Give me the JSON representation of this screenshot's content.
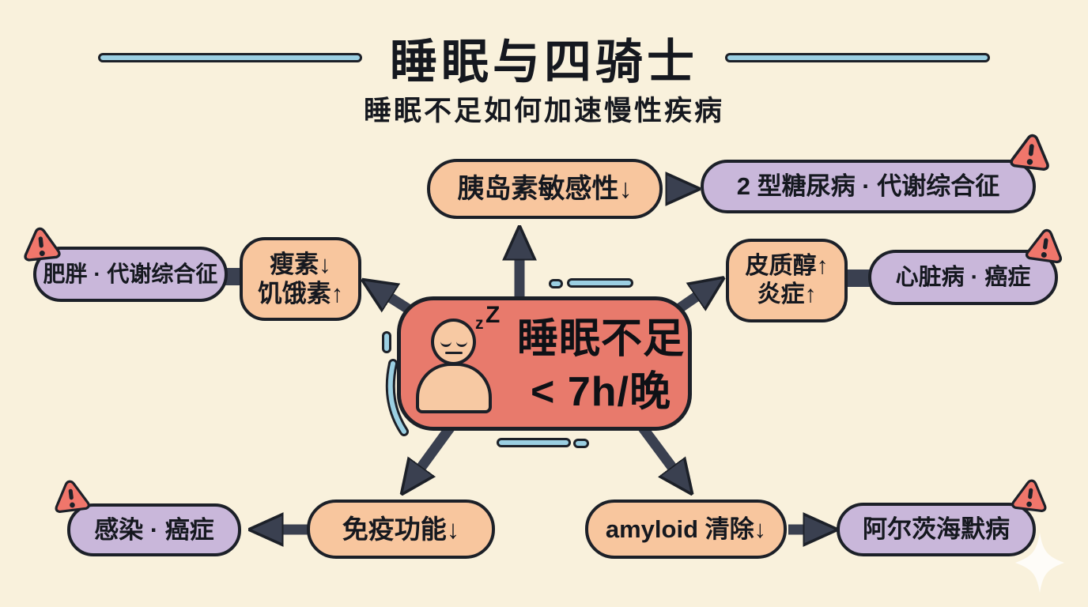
{
  "header": {
    "title": "睡眠与四骑士",
    "subtitle": "睡眠不足如何加速慢性疾病"
  },
  "center": {
    "label_line1": "睡眠不足",
    "label_line2": "< 7h/晚",
    "z_small": "z",
    "z_large": "Z",
    "person_icon": "sleeping-person"
  },
  "nodes": {
    "insulin": {
      "mechanism": "胰岛素敏感性↓",
      "disease": "2 型糖尿病 · 代谢综合征"
    },
    "leptin": {
      "mechanism_line1": "瘦素↓",
      "mechanism_line2": "饥饿素↑",
      "disease": "肥胖 · 代谢综合征"
    },
    "cortisol": {
      "mechanism_line1": "皮质醇↑",
      "mechanism_line2": "炎症↑",
      "disease": "心脏病 · 癌症"
    },
    "immune": {
      "mechanism": "免疫功能↓",
      "disease": "感染 · 癌症"
    },
    "amyloid": {
      "mechanism": "amyloid 清除↓",
      "disease": "阿尔茨海默病"
    }
  },
  "icons": {
    "warning": "warning-triangle-icon",
    "sparkle": "sparkle-icon"
  },
  "colors": {
    "background": "#f9f1dc",
    "center_fill": "#e87a6c",
    "mechanism_fill": "#f8c69e",
    "disease_fill": "#c9b7da",
    "outline": "#1c2028",
    "arrow": "#3a4050",
    "accent_blue": "#9bcfe2",
    "warning_fill": "#f0766b",
    "skin": "#f7c9a3"
  }
}
